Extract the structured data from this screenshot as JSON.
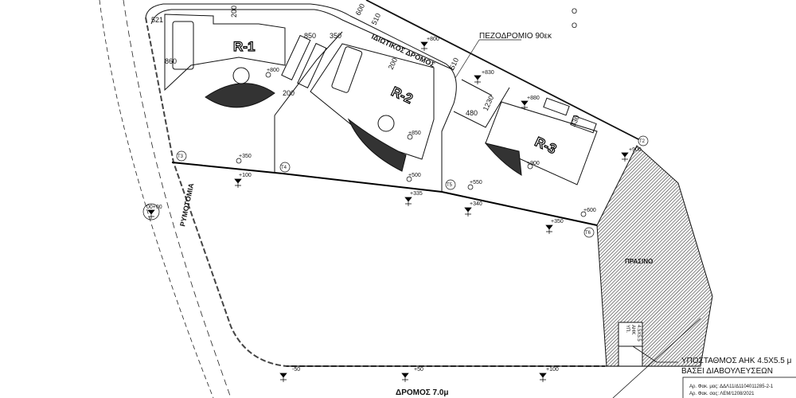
{
  "buildings": [
    {
      "label": "R-1"
    },
    {
      "label": "R-2"
    },
    {
      "label": "R-3"
    }
  ],
  "labels": {
    "private_road": "ΙΔΙΩΤΙΚΟΣ ΔΡΟΜΟΣ",
    "sidewalk": "ΠΕΖΟΔΡΟΜΙΟ 90εκ",
    "street_line": "ΡΥΜΟΤΟΜΙΑ",
    "green": "ΠΡΑΣΙΝΟ",
    "substation_line1": "ΥΠΟΣΤΑΘΜΟΣ ΑΗΚ 4.5Χ5.5 μ",
    "substation_line2": "ΒΑΣΕΙ ΔΙΑΒΟΥΛΕΥΣΕΩΝ",
    "substation_box": [
      "ΥΠ.",
      "ΑΗΚ",
      "4.5Χ5.5"
    ],
    "road_bottom": "ΔΡΟΜΟΣ 7.0μ",
    "ref1": "Αρ. Φακ. μας: ΔΔΛ11/Δ1104011285-2-1",
    "ref2": "Αρ. Φακ. σας: ΛΕΜ/1208/2021",
    "corner_o": [
      "O",
      "O"
    ]
  },
  "points": [
    "T2",
    "T3",
    "T4",
    "T5",
    "T6"
  ],
  "dimensions": [
    "521",
    "860",
    "200",
    "200",
    "200",
    "850",
    "350",
    "600",
    "510",
    "510",
    "1230",
    "480",
    "330"
  ],
  "elevations": [
    "+800",
    "+350",
    "+100",
    "+850",
    "+500",
    "+335",
    "+550",
    "+340",
    "+600",
    "+350",
    "+800",
    "+830",
    "+880",
    "+900",
    "+900",
    "-50",
    "+50",
    "+100",
    "00+00"
  ]
}
